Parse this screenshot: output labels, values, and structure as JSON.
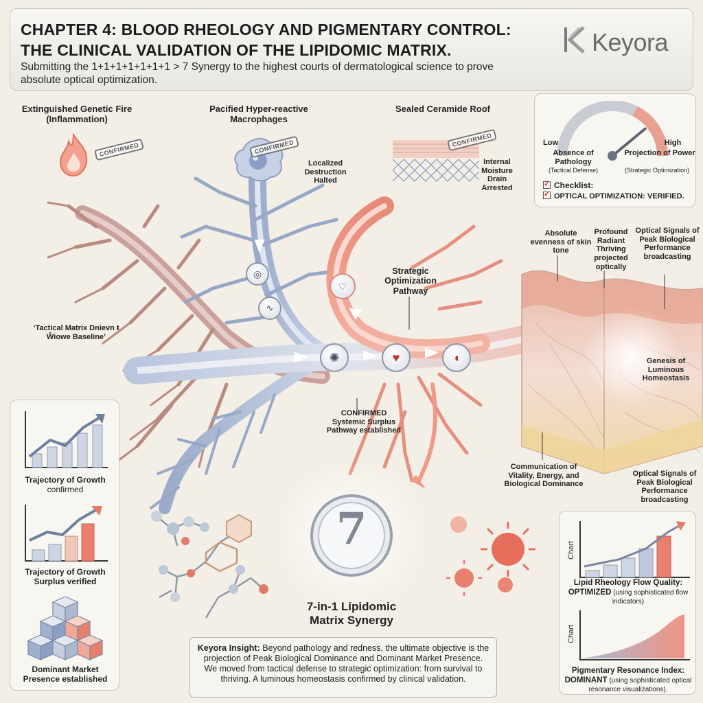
{
  "header": {
    "title_line1": "CHAPTER 4: BLOOD RHEOLOGY AND PIGMENTARY CONTROL:",
    "title_line2": "THE CLINICAL VALIDATION OF THE LIPIDOMIC MATRIX.",
    "subtitle": "Submitting the 1+1+1+1+1+1+1 > 7 Synergy to the highest courts of dermatological science to prove absolute optical optimization.",
    "brand": "Keyora"
  },
  "top_labels": {
    "fire_title": "Extinguished Genetic Fire (Inflammation)",
    "fire_stamp": "CONFIRMED",
    "macro_title": "Pacified Hyper-reactive Macrophages",
    "macro_stamp": "CONFIRMED",
    "macro_note": "Localized Destruction Halted",
    "ceramide_title": "Sealed Ceramide Roof",
    "ceramide_stamp": "CONFIRMED",
    "ceramide_note": "Internal Moisture Drain Arrested"
  },
  "gauge": {
    "low_label": "Low",
    "high_label": "High",
    "left_caption": "Absence of Pathology",
    "left_sub": "(Tactical Defense)",
    "right_caption": "Projection of Power",
    "right_sub": "(Strategic Optimization)",
    "checklist_title": "Checklist:",
    "checklist_item": "OPTICAL OPTIMIZATION: VERIFIED.",
    "level": 0.78
  },
  "flow_labels": {
    "tactical": "‘Tactical Matrix Dnievn ŧ Ŵiowe Baseline’",
    "strategic": "Strategic Optimization Pathway",
    "confirmed": "CONFIRMED Systemic Surplus Pathway established"
  },
  "skin_labels": {
    "evenness": "Absolute evenness of skin tone",
    "thriving": "Profound Radiant Thriving projected optically",
    "signals_top": "Optical Signals of Peak Biological Performance broadcasting",
    "genesis": "Genesis of Luminous Homeostasis",
    "communication": "Communication of Vitality, Energy, and Biological Dominance",
    "signals_bottom": "Optical Signals of Peak Biological Performance broadcasting"
  },
  "left_panel": {
    "growth1_a": "Trajectory of Growth",
    "growth1_b": "confirmed",
    "growth2_a": "Trajectory of Growth",
    "growth2_b": "Surplus verified",
    "market_a": "Dominant Market",
    "market_b": "Presence established"
  },
  "center": {
    "badge_number": "7",
    "synergy_line1": "7-in-1 Lipidomic",
    "synergy_line2": "Matrix Synergy"
  },
  "insight": {
    "lead": "Keyora Insight:",
    "text": " Beyond pathology and redness, the ultimate objective is the projection of Peak Biological Dominance and Dominant Market Presence. We moved from tactical defense to strategic optimization: from survival to thriving. A luminous homeostasis confirmed by clinical validation."
  },
  "right_panel": {
    "chart1_axis": "Chart",
    "chart1_caption_a": "Lipid Rheology Flow Quality:",
    "chart1_caption_b": "OPTIMIZED",
    "chart1_caption_c": " (using sophisticated flow indicators)",
    "chart2_axis": "Chart",
    "chart2_caption_a": "Pigmentary Resonance Index:",
    "chart2_caption_b": "DOMINANT",
    "chart2_caption_c": " (using sophisticated optical resonance visualizations)."
  },
  "colors": {
    "blue": "#8fa3c4",
    "red": "#e07a6a",
    "mauve": "#b7867c",
    "accent": "#c0392b"
  }
}
